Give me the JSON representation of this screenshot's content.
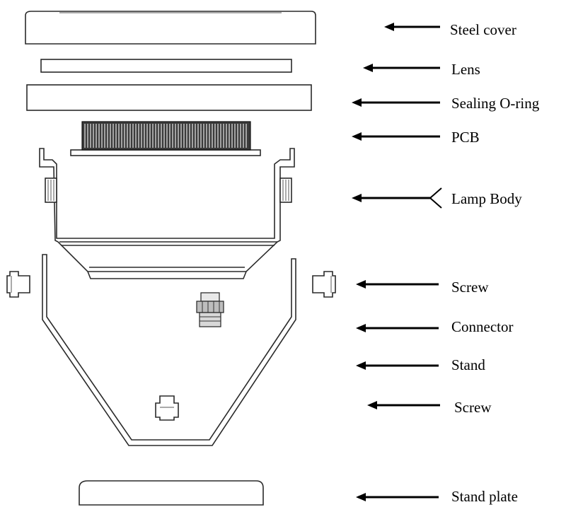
{
  "labels": {
    "steel_cover": "Steel cover",
    "lens": "Lens",
    "sealing_o_ring": "Sealing O-ring",
    "pcb": "PCB",
    "lamp_body": "Lamp Body",
    "screw_1": "Screw",
    "connector": "Connector",
    "stand": "Stand",
    "screw_2": "Screw",
    "stand_plate": "Stand plate"
  }
}
